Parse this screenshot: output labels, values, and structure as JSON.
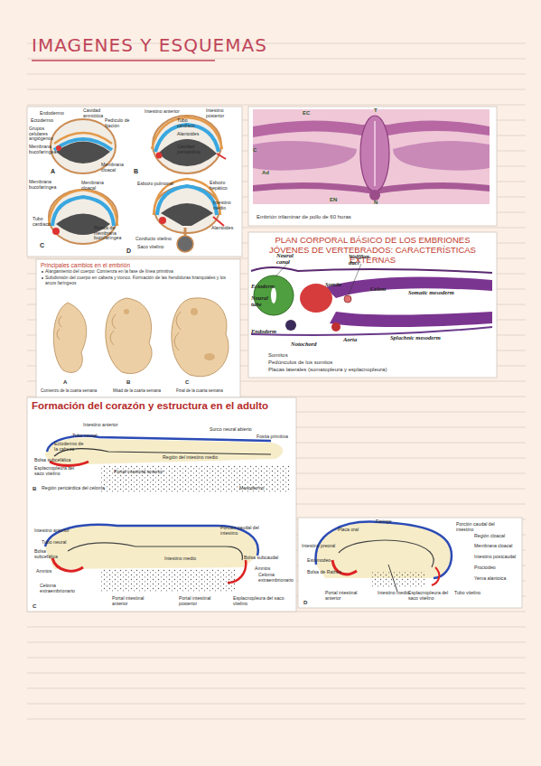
{
  "diagram": {
    "title": "IMAGENES Y ESQUEMAS",
    "nodes": [
      {
        "text": [
          "Embrión trilaminar de pollo de 60 horas"
        ]
      },
      {
        "text": [
          "Principales cambios en el embrión",
          "Alargamiento del cuerpo: Comienza en la fase de línea primitiva",
          "Subdivisión del cuerpo en cabeza y tronco. Formación de las hendiduras branquiales y los arcos faríngeos"
        ]
      },
      {
        "text": [
          "PLAN CORPORAL BÁSICO DE LOS EMBRIONES JÓVENES DE VERTEBRADOS: CARACTERÍSTICAS EXTERNAS",
          "Somitos",
          "Pedúnculos de los somitos",
          "Placas laterales (somatopleura y esplacnopleura)"
        ]
      },
      {
        "text": [
          "Formación del corazón y estructura en el adulto"
        ]
      }
    ],
    "labels": [
      "Endodermo",
      "Cavidad amniótica",
      "Pedículo de fijación",
      "Intestino anterior",
      "Intestino posterior",
      "Ectodermo",
      "Grupos celulares angiógenos",
      "Tubo cardíaco",
      "Alantoides",
      "Membrana bucofaríngea",
      "A",
      "Membrana cloacal",
      "Cavidad pericárdica",
      "B",
      "Membrana bucofaríngea",
      "Membrana cloacal",
      "Esbozo pulmonar",
      "Esbozo hepático",
      "Intestino medio",
      "Tubo cardíaco",
      "C",
      "Restos de membrana bucofaríngea",
      "Conducto vitelino",
      "Saco vitelino",
      "Alantoides",
      "D",
      "EC",
      "T",
      "C",
      "Ad",
      "EN",
      "N",
      "A",
      "B",
      "C",
      "Comienzo de la cuarta semana",
      "Mitad de la cuarta semana",
      "Final de la cuarta semana",
      "Neural canal",
      "Wolffian duct",
      "Ectoderm",
      "Somite",
      "Celom",
      "Neural tube",
      "Somatic mesoderm",
      "Endoderm",
      "Notochord",
      "Aorta",
      "Splachnic mesoderm",
      "Intestino anterior",
      "Surco neural abierto",
      "Fosita primitiva",
      "Tubo neural",
      "Ectodermo de la cabeza",
      "Bolsa subcefálica",
      "Esplacnopleura del saco vitelino",
      "Región del intestino medio",
      "Portal intestinal anterior",
      "B",
      "Región pericárdica del celoma",
      "Mesodermo",
      "Intestino anterior",
      "Porción caudal del intestino",
      "Tubo neural",
      "Bolsa subcefálica",
      "Intestino medio",
      "Bolsa subcaudal",
      "Amnios",
      "Amnios",
      "Celoma extraembrionario",
      "Celoma extraembrionario",
      "Portal intestinal anterior",
      "Portal intestinal posterior",
      "Esplacnopleura del saco vitelino",
      "C",
      "Faringe",
      "Placa oral",
      "Porción caudal del intestino",
      "Región cloacal",
      "Intestino preoral",
      "Membrana cloacal",
      "Estomodeo",
      "Intestino postcaudal",
      "Bolsa de Rathke",
      "Proctodeo",
      "Yema alantoica",
      "Portal intestinal anterior",
      "Intestino medio",
      "Esplacnopleura del saco vitelino",
      "Tubo vitelino",
      "D"
    ]
  }
}
